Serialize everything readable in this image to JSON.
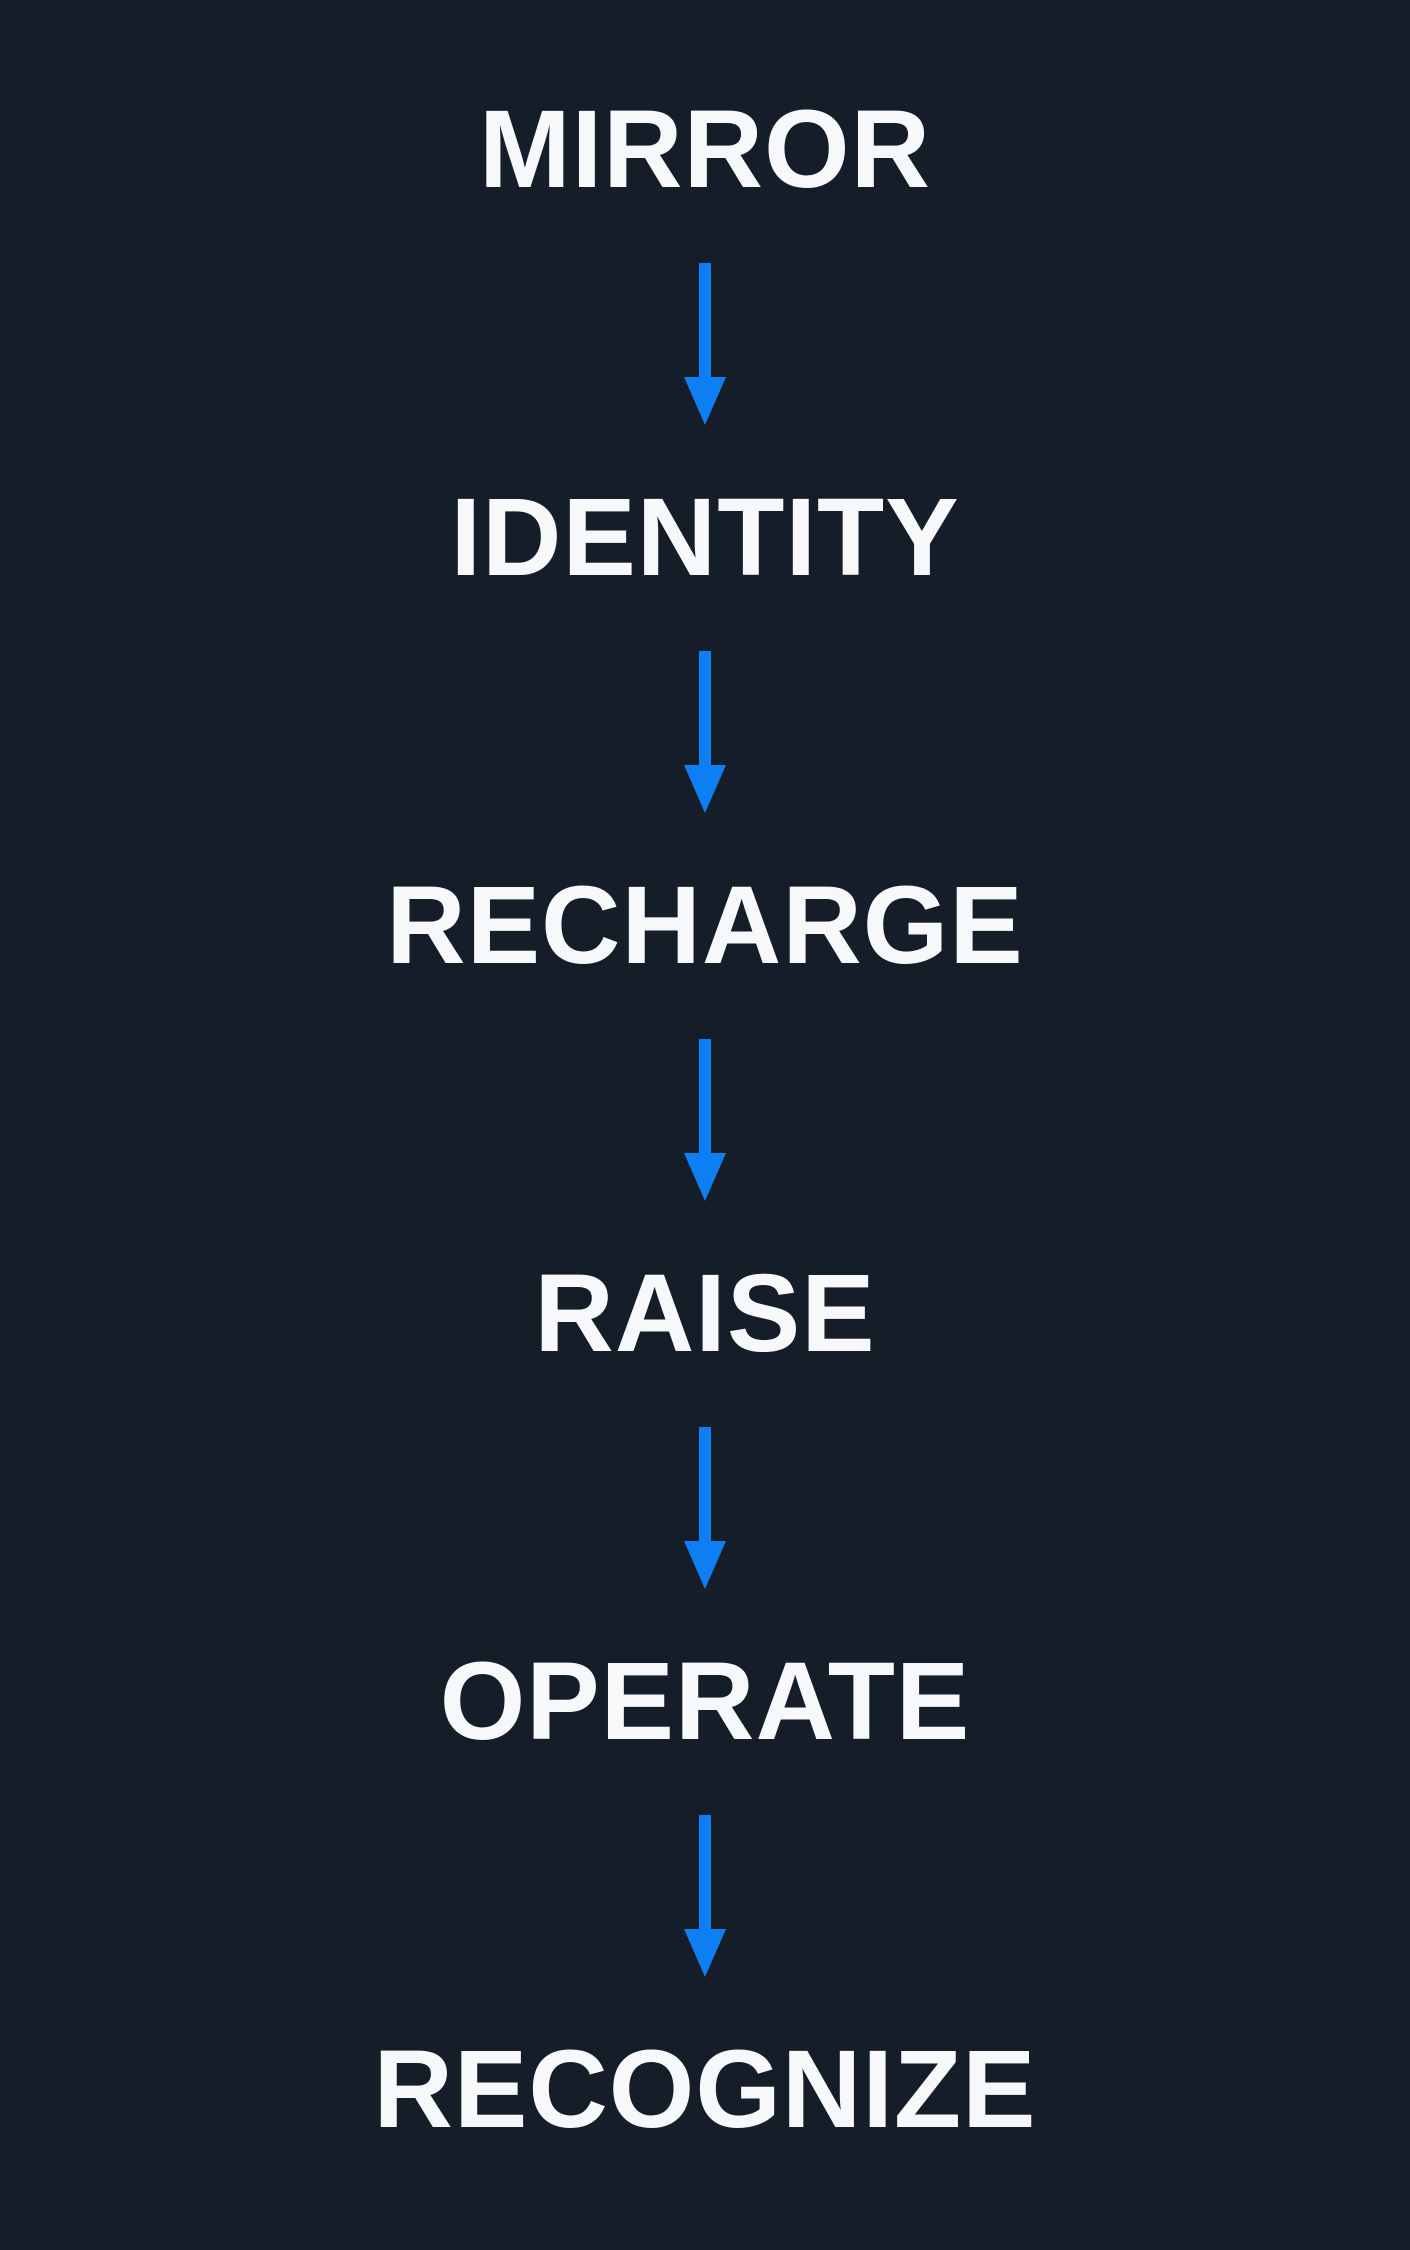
{
  "diagram": {
    "type": "vertical-flow",
    "steps": [
      "MIRROR",
      "IDENTITY",
      "RECHARGE",
      "RAISE",
      "OPERATE",
      "RECOGNIZE"
    ],
    "connector": "down-arrow"
  },
  "colors": {
    "background": "#141d28",
    "text": "#f7f8f9",
    "arrow": "#0d7ff2"
  }
}
